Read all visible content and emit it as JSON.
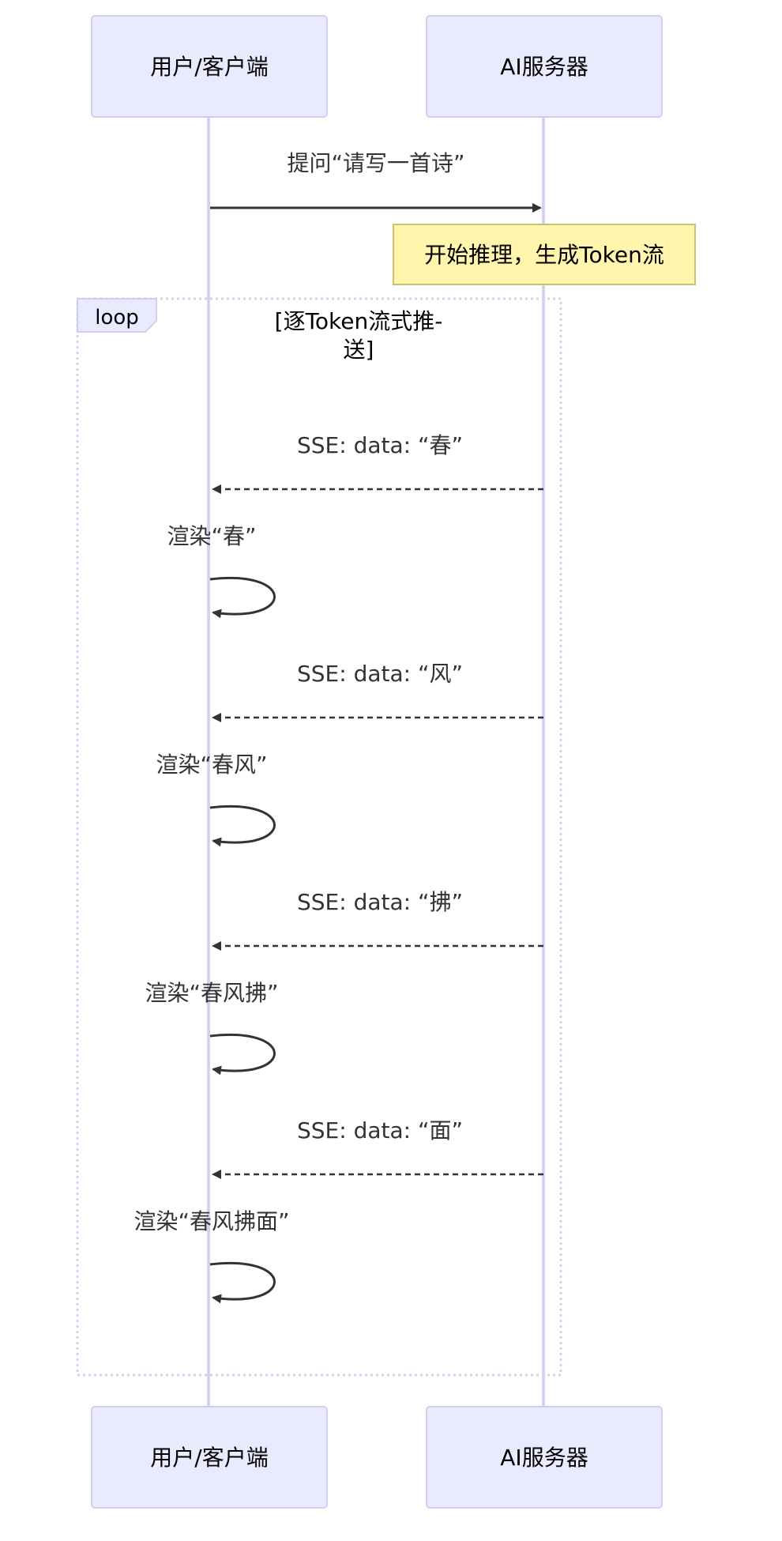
{
  "participants": {
    "client": "用户/客户端",
    "server": "AI服务器"
  },
  "messages": {
    "request": "提问“请写一首诗”",
    "sse_1": "SSE: data: “春”",
    "render_1": "渲染“春”",
    "sse_2": "SSE: data: “风”",
    "render_2": "渲染“春风”",
    "sse_3": "SSE: data: “拂”",
    "render_3": "渲染“春风拂”",
    "sse_4": "SSE: data: “面”",
    "render_4": "渲染“春风拂面”"
  },
  "note": {
    "text": "开始推理，生成Token流"
  },
  "loop": {
    "label": "loop",
    "condition_line1": "[逐Token流式推-",
    "condition_line2": "送]"
  },
  "colors": {
    "actor_fill": "#eaeaff",
    "actor_border": "#d2cdf0",
    "lifeline": "#d8d2f2",
    "note_fill": "#fff5ad",
    "note_border": "#c9c370",
    "line": "#333333"
  }
}
